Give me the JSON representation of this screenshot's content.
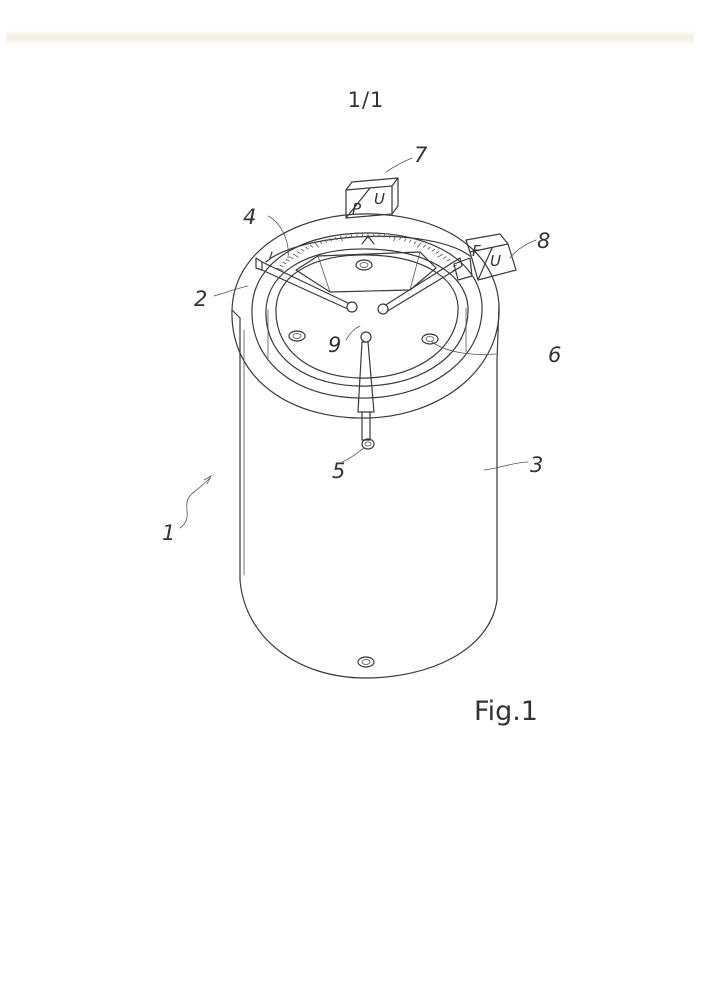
{
  "sheet": {
    "number": "1/1",
    "figure_label": "Fig.1"
  },
  "reference_numerals": {
    "n1": "1",
    "n2": "2",
    "n3": "3",
    "n4": "4",
    "n5": "5",
    "n6": "6",
    "n7": "7",
    "n8": "8",
    "n9": "9"
  },
  "sensor_boxes": {
    "box7": {
      "left": "P",
      "right": "U"
    },
    "box8": {
      "left": "F",
      "right": "U"
    }
  }
}
